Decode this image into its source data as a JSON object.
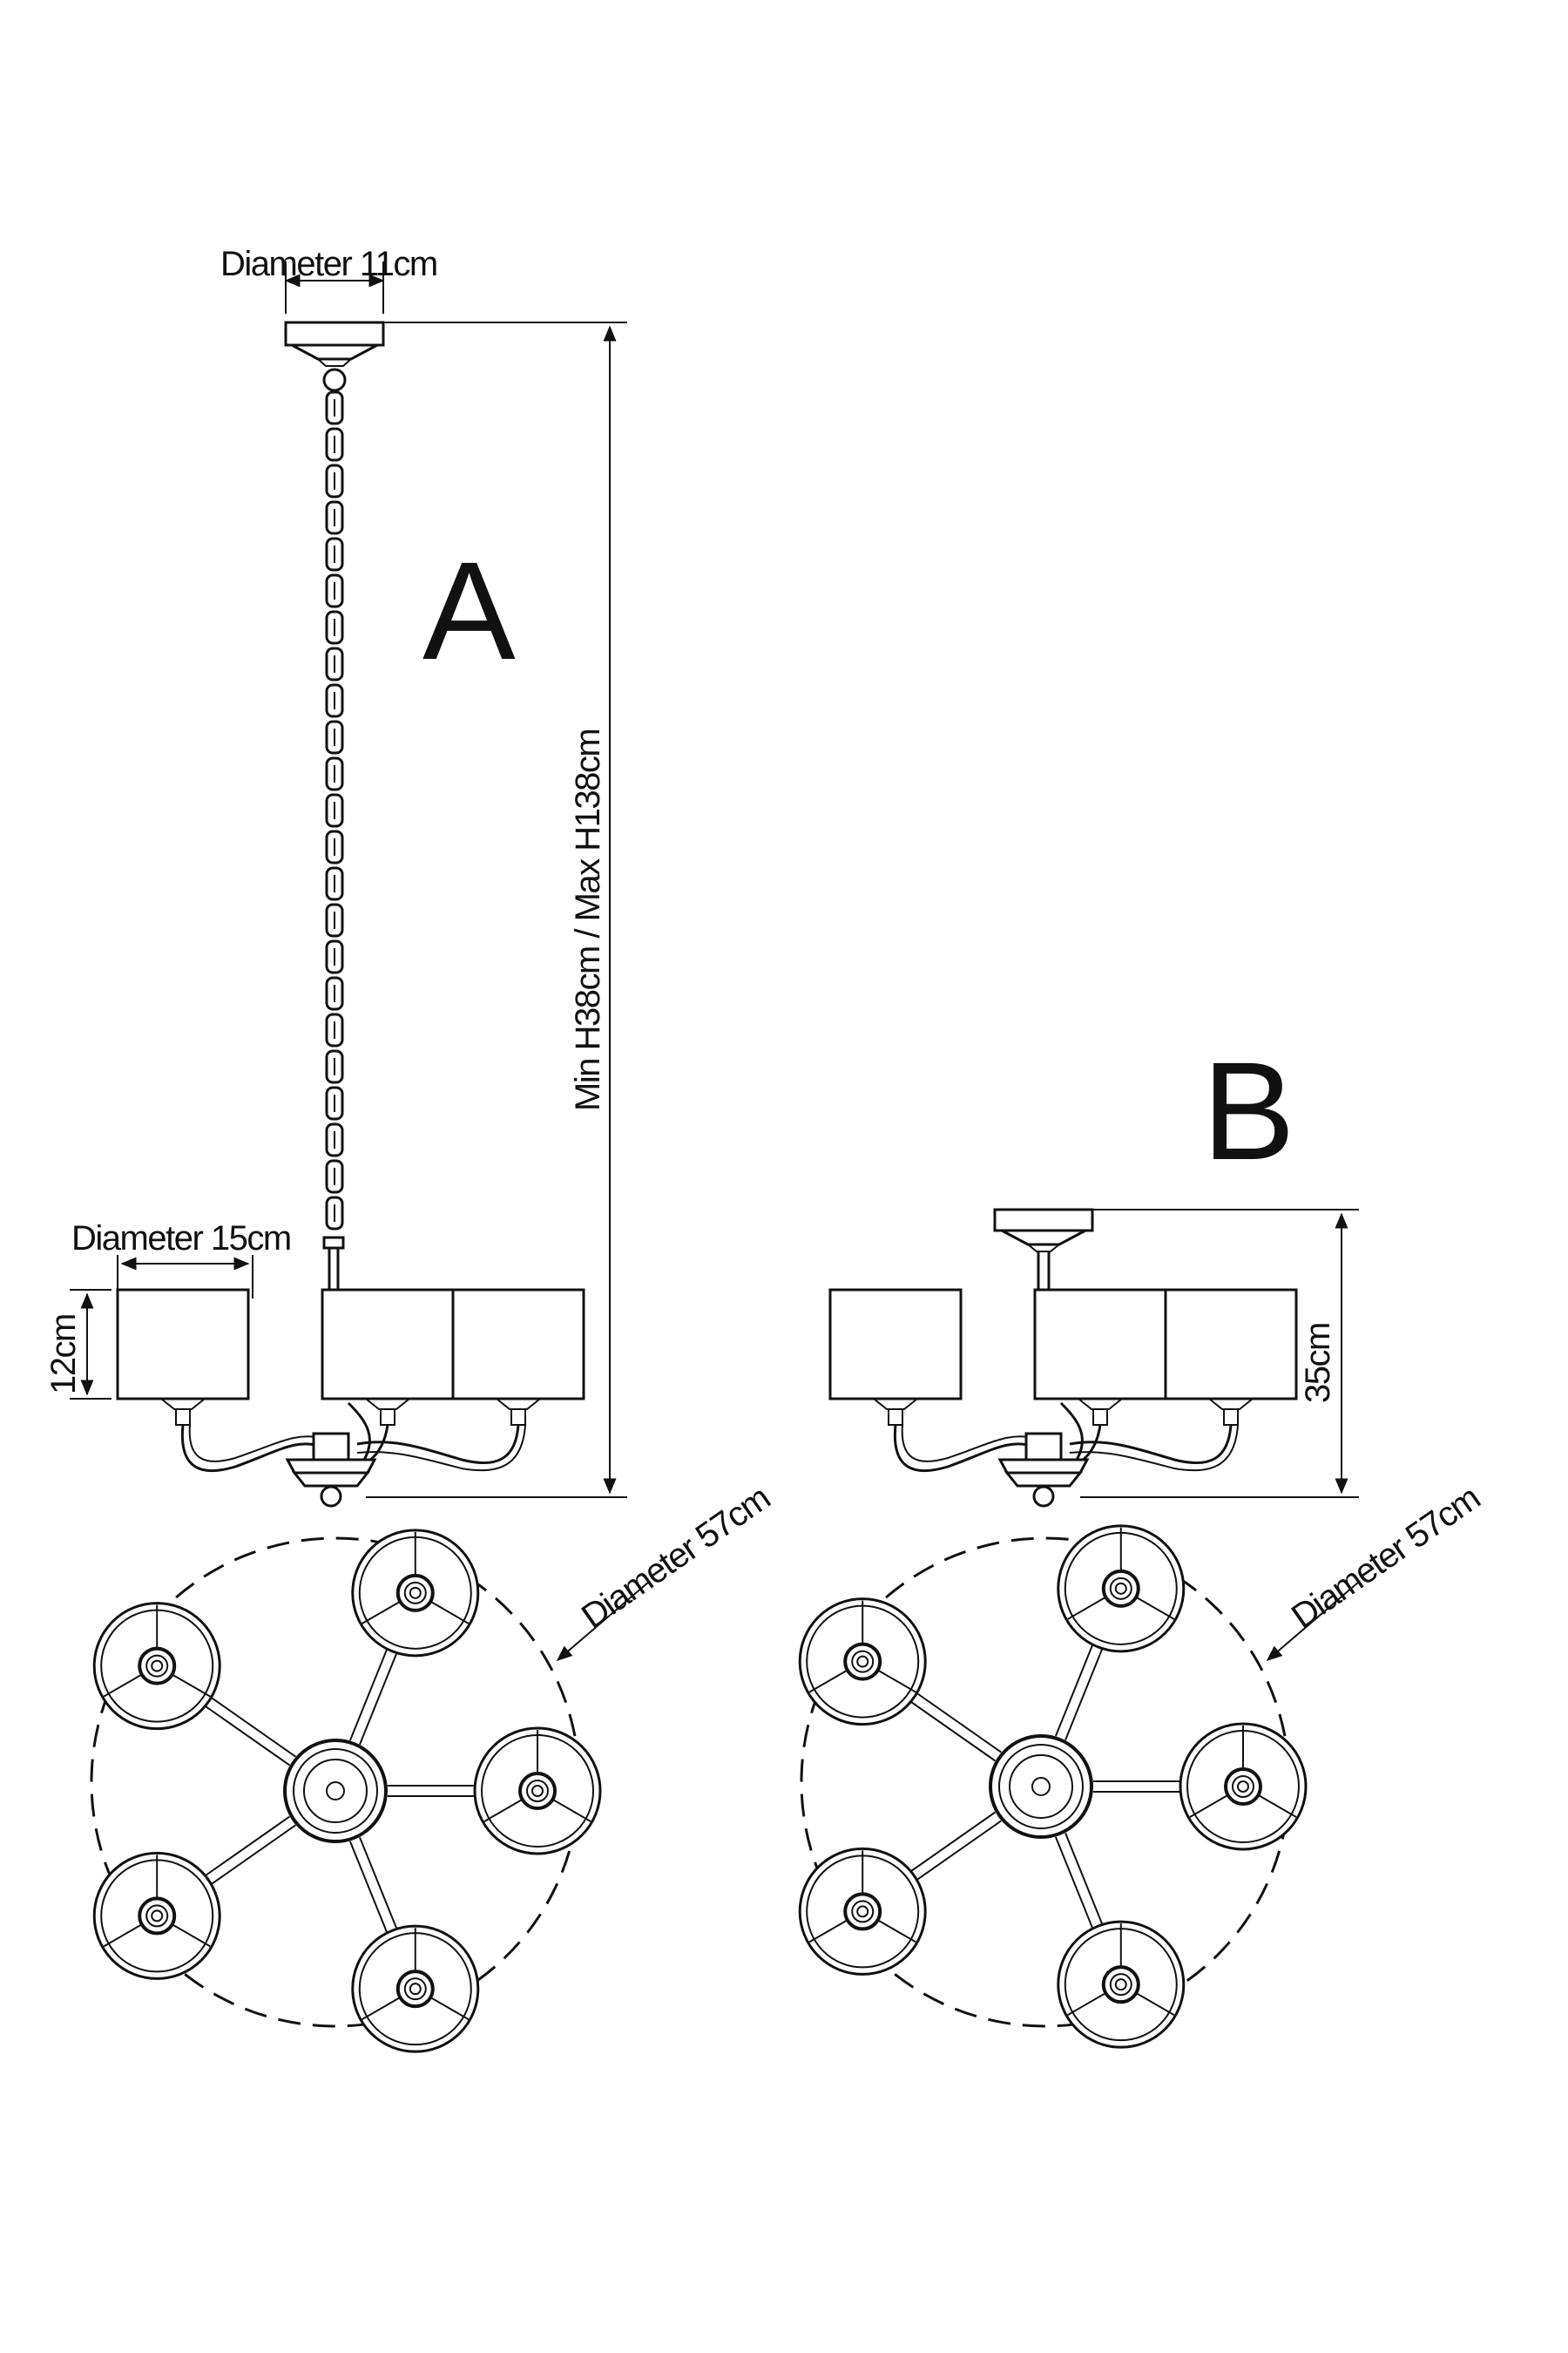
{
  "view_a": {
    "letter": "A",
    "canopy_diameter_label": "Diameter 11cm",
    "height_label": "Min H38cm / Max H138cm",
    "shade_diameter_label": "Diameter 15cm",
    "shade_height_label": "12cm",
    "overall_diameter_label": "Diameter 57cm"
  },
  "view_b": {
    "letter": "B",
    "height_label": "35cm",
    "overall_diameter_label": "Diameter 57cm"
  },
  "colors": {
    "line": "#111111",
    "background": "#ffffff"
  }
}
